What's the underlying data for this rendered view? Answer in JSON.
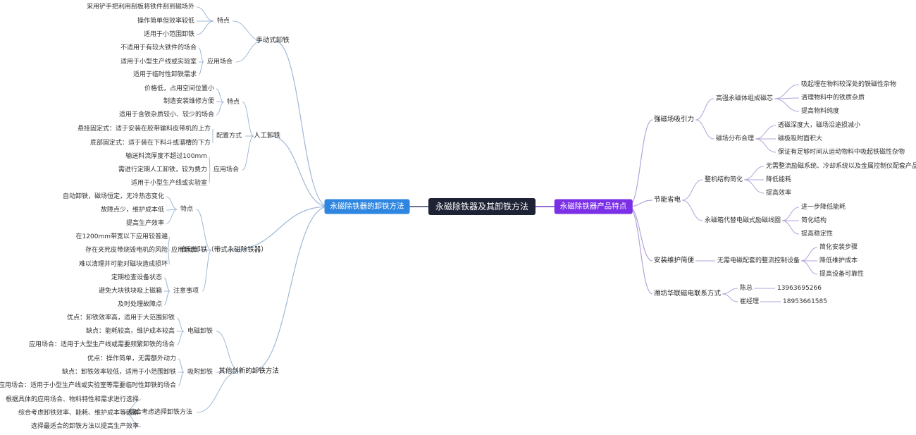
{
  "root": "永磁除铁器及其卸铁方法",
  "left_branch": "永磁除铁器的卸铁方法",
  "right_branch": "永磁除铁器产品特点",
  "left": [
    {
      "label": "手动式卸铁",
      "children": [
        {
          "label": "特点",
          "children": [
            "采用铲手把利用刮板将铁件刮到磁场外",
            "操作简单但效率较低",
            "适用于小范围卸铁"
          ]
        },
        {
          "label": "应用场合",
          "children": [
            "不适用于有较大铁件的场合",
            "适用于小型生产线或实验室",
            "适用于临时性卸铁需求"
          ]
        }
      ]
    },
    {
      "label": "人工卸铁",
      "children": [
        {
          "label": "特点",
          "children": [
            "价格低，占用空间位置小",
            "制造安装维修方便",
            "适用于含铁杂质较小、较少的场合"
          ]
        },
        {
          "label": "配置方式",
          "children": [
            "悬挂固定式：适于安装在胶带输料皮带机的上方",
            "底部固定式：适于装在下料斗或溜槽的下方"
          ]
        },
        {
          "label": "应用场合",
          "children": [
            "输送料流厚度不超过100mm",
            "需进行定期人工卸铁，较为费力",
            "适用于小型生产线或实验室"
          ]
        }
      ]
    },
    {
      "label": "自动卸铁（带式永磁除铁器）",
      "children": [
        {
          "label": "特点",
          "children": [
            "自动卸铁，磁场恒定，无冷热态变化",
            "故障点少，维护成本低",
            "提高生产效率"
          ]
        },
        {
          "label": "应用场合",
          "children": [
            "在1200mm带宽以下应用较普遍",
            "存在夹死皮带烧毁电机的风险",
            "难以清理并可能对磁块造成损坏"
          ]
        },
        {
          "label": "注意事项",
          "children": [
            "定期检查设备状态",
            "避免大块铁块吸上磁箱",
            "及时处理故障点"
          ]
        }
      ]
    },
    {
      "label": "其他创新的卸铁方法",
      "children": [
        {
          "label": "电磁卸铁",
          "children": [
            "优点：卸铁效率高，适用于大范围卸铁",
            "缺点：能耗较高，维护成本较高",
            "应用场合：适用于大型生产线或需要频繁卸铁的场合"
          ]
        },
        {
          "label": "吸附卸铁",
          "children": [
            "优点：操作简单，无需额外动力",
            "缺点：卸铁效率较低，适用于小范围卸铁",
            "应用场合：适用于小型生产线或实验室等需要临时性卸铁的场合"
          ]
        },
        {
          "label": "综合考虑选择卸铁方法",
          "children": [
            "根据具体的应用场合、物料特性和需求进行选择",
            "综合考虑卸铁效率、能耗、维护成本等因素",
            "选择最适合的卸铁方法以提高生产效率"
          ]
        }
      ]
    }
  ],
  "right": [
    {
      "label": "强磁场吸引力",
      "children": [
        {
          "label": "高强永磁体组成磁芯",
          "children": [
            "吸起埋在物料较深处的铁磁性杂物",
            "清理物料中的铁质杂质",
            "提高物料纯度"
          ]
        },
        {
          "label": "磁场分布合理",
          "children": [
            "透磁深度大，磁场沿途损减小",
            "磁极吸附面积大",
            "保证有足够时间从运动物料中吸起铁磁性杂物"
          ]
        }
      ]
    },
    {
      "label": "节能省电",
      "children": [
        {
          "label": "整机结构简化",
          "children": [
            "无需整流励磁系统、冷却系统以及金属控制仪配套产品",
            "降低能耗",
            "提高效率"
          ]
        },
        {
          "label": "永磁箱代替电磁式励磁线圈",
          "children": [
            "进一步降低能耗",
            "简化结构",
            "提高稳定性"
          ]
        }
      ]
    },
    {
      "label": "安装维护简便",
      "children": [
        {
          "label": "无需电磁配套的整流控制设备",
          "children": [
            "简化安装步骤",
            "降低维护成本",
            "提高设备可靠性"
          ]
        }
      ]
    },
    {
      "label": "潍坊华联磁电联系方式",
      "children": [
        {
          "label": "陈总",
          "children": [
            "13963695266"
          ]
        },
        {
          "label": "崔经理",
          "children": [
            "18953661585"
          ]
        }
      ]
    }
  ],
  "colors": {
    "root": "#1e2235",
    "left": "#2f86e0",
    "right": "#7b2fe6",
    "left_line": "#9fb8d6",
    "right_line": "#b4a3d9"
  }
}
